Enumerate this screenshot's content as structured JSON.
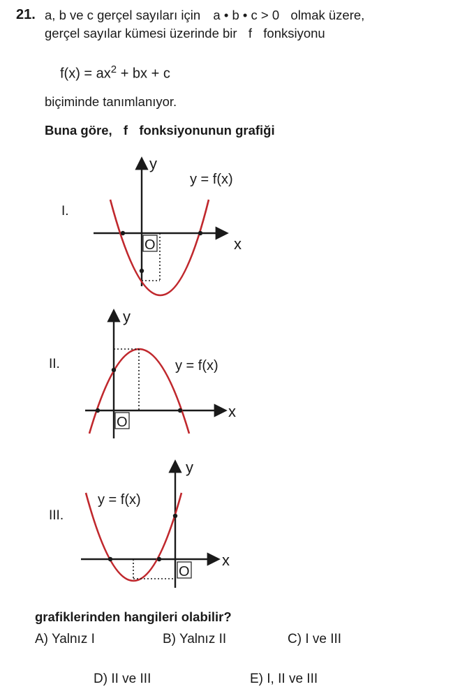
{
  "question": {
    "number": "21.",
    "line1_pre": "a, b ve c gerçel sayıları için",
    "line1_cond": "a • b • c > 0",
    "line1_post": "olmak üzere,",
    "line2_pre": "gerçel sayılar kümesi üzerinde bir",
    "line2_f": "f",
    "line2_post": "fonksiyonu",
    "formula_main": "f(x) = ax",
    "formula_exp": "2",
    "formula_tail": " + bx + c",
    "line3": "biçiminde tanımlanıyor.",
    "prompt_pre": "Buna göre,",
    "prompt_f": "f",
    "prompt_post": "fonksiyonunun grafiği",
    "closing": "grafiklerinden hangileri olabilir?"
  },
  "graphs": [
    {
      "roman": "I.",
      "y_axis": "y",
      "x_axis": "x",
      "origin": "O",
      "curve": "y = f(x)"
    },
    {
      "roman": "II.",
      "y_axis": "y",
      "x_axis": "x",
      "origin": "O",
      "curve": "y = f(x)"
    },
    {
      "roman": "III.",
      "y_axis": "y",
      "x_axis": "x",
      "origin": "O",
      "curve": "y = f(x)"
    }
  ],
  "options": [
    {
      "letter": "A)",
      "text": "Yalnız I"
    },
    {
      "letter": "B)",
      "text": "Yalnız II"
    },
    {
      "letter": "C)",
      "text": "I ve III"
    },
    {
      "letter": "D)",
      "text": "II ve III"
    },
    {
      "letter": "E)",
      "text": "I, II ve III"
    }
  ],
  "colors": {
    "curve": "#c0282d",
    "ink": "#1a1a1a"
  }
}
